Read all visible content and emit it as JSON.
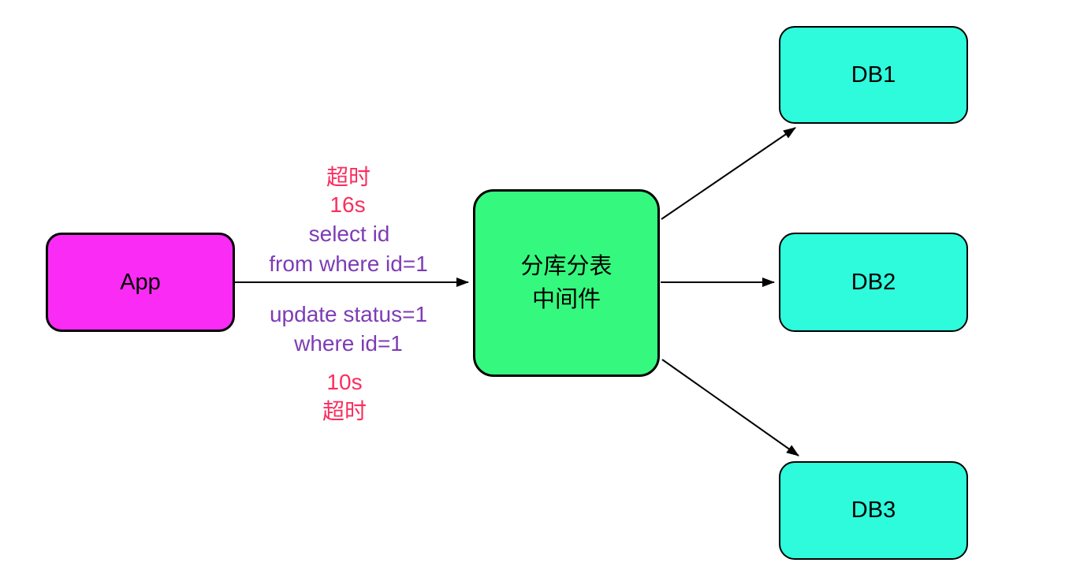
{
  "colors": {
    "background": "#ffffff",
    "border": "#000000",
    "app-fill": "#fa2bf5",
    "middleware-fill": "#35f97e",
    "db-fill": "#2efadc",
    "timeout-text": "#fa2e5f",
    "sql-text": "#7d3cb5",
    "node-text": "#000000"
  },
  "nodes": {
    "app": {
      "label": "App"
    },
    "middleware": {
      "label_line1": "分库分表",
      "label_line2": "中间件"
    },
    "db1": {
      "label": "DB1"
    },
    "db2": {
      "label": "DB2"
    },
    "db3": {
      "label": "DB3"
    }
  },
  "edge_labels": {
    "timeout_top": "超时",
    "timeout_top_seconds": "16s",
    "select_query_line1": "select id",
    "select_query_line2": "from where id=1",
    "update_query_line1": "update status=1",
    "update_query_line2": "where id=1",
    "timeout_bottom_seconds": "10s",
    "timeout_bottom": "超时"
  }
}
